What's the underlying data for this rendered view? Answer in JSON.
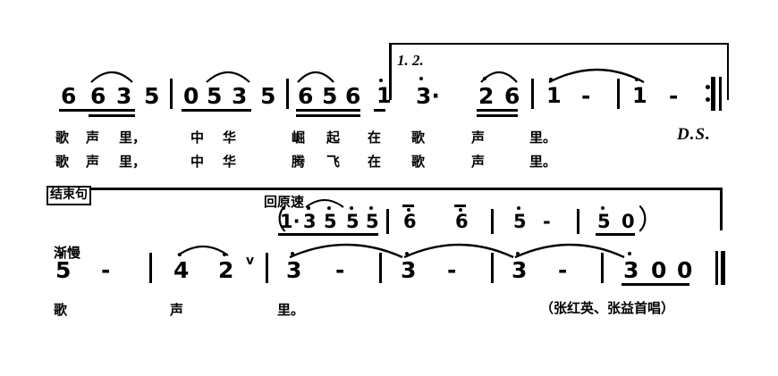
{
  "document": {
    "type": "jianpu-numbered-musical-notation",
    "language": "zh",
    "credit": "（张红英、张益首唱）"
  },
  "system1": {
    "volta": {
      "label": "1. 2."
    },
    "measures": [
      {
        "id": "m1",
        "notes": [
          "6",
          "6",
          "3",
          "5"
        ]
      },
      {
        "id": "m2",
        "notes": [
          "0",
          "5",
          "3",
          "5"
        ]
      },
      {
        "id": "m3",
        "notes": [
          "6",
          "5",
          "6",
          "1"
        ]
      },
      {
        "id": "m4",
        "notes": [
          "3·",
          "2",
          "6"
        ]
      },
      {
        "id": "m5",
        "notes": [
          "1",
          "-"
        ]
      },
      {
        "id": "m6",
        "notes": [
          "1",
          "-"
        ]
      }
    ],
    "lyrics_row1": [
      "歌",
      "声",
      "里，",
      "中",
      "华",
      "崛",
      "起",
      "在",
      "歌",
      "声",
      "里。"
    ],
    "lyrics_row2": [
      "歌",
      "声",
      "里，",
      "中",
      "华",
      "腾",
      "飞",
      "在",
      "歌",
      "声",
      "里。"
    ],
    "lyrics_row1_text": "歌声里，中华崛起在歌声里。",
    "lyrics_row2_text": "歌声里，中华腾飞在歌声里。",
    "ds_marking": "D.S."
  },
  "system2": {
    "section_label": "结束句",
    "tempo_mark_slow": "渐慢",
    "tempo_mark_atempo": "回原速",
    "interlude": {
      "open_paren": "（",
      "close_paren": "）",
      "measures": [
        {
          "id": "i1",
          "notes": [
            "1·",
            "3",
            "5",
            "5",
            "5"
          ]
        },
        {
          "id": "i2",
          "notes": [
            "6"
          ]
        },
        {
          "id": "i3",
          "notes": [
            "6"
          ]
        },
        {
          "id": "i4",
          "notes": [
            "5",
            "-"
          ]
        },
        {
          "id": "i5",
          "notes": [
            "5",
            "0"
          ]
        }
      ]
    },
    "measures": [
      {
        "id": "n1",
        "notes": [
          "5",
          "-"
        ]
      },
      {
        "id": "n2",
        "notes": [
          "4",
          "2"
        ],
        "breath": "v"
      },
      {
        "id": "n3",
        "notes": [
          "3",
          "-"
        ]
      },
      {
        "id": "n4",
        "notes": [
          "3",
          "-"
        ]
      },
      {
        "id": "n5",
        "notes": [
          "3",
          "-"
        ]
      },
      {
        "id": "n6",
        "notes": [
          "3",
          "0",
          "0"
        ]
      }
    ],
    "lyrics": [
      "歌",
      "声",
      "里。"
    ],
    "lyrics_text": "歌声里。"
  },
  "colors": {
    "ink": "#000000",
    "paper": "#ffffff"
  }
}
